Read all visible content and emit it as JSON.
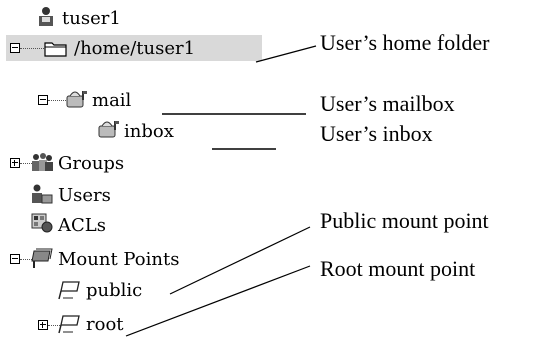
{
  "tree": {
    "user": {
      "label": "tuser1",
      "icon": "user-icon"
    },
    "home": {
      "label": "/home/tuser1",
      "icon": "folder-icon",
      "toggle": "collapse"
    },
    "mail": {
      "label": "mail",
      "icon": "mailbox-icon",
      "toggle": "collapse"
    },
    "inbox": {
      "label": "inbox",
      "icon": "mailbox-icon"
    },
    "groups": {
      "label": "Groups",
      "icon": "groups-icon",
      "toggle": "expand"
    },
    "users": {
      "label": "Users",
      "icon": "users-icon"
    },
    "acls": {
      "label": "ACLs",
      "icon": "acl-icon"
    },
    "mount_points": {
      "label": "Mount Points",
      "icon": "mount-points-icon",
      "toggle": "collapse"
    },
    "public": {
      "label": "public",
      "icon": "mount-point-icon"
    },
    "root": {
      "label": "root",
      "icon": "mount-point-icon",
      "toggle": "expand"
    }
  },
  "callouts": {
    "home_folder": "User’s home folder",
    "mailbox": "User’s mailbox",
    "inbox": "User’s inbox",
    "public_mount": "Public mount point",
    "root_mount": "Root mount point"
  }
}
